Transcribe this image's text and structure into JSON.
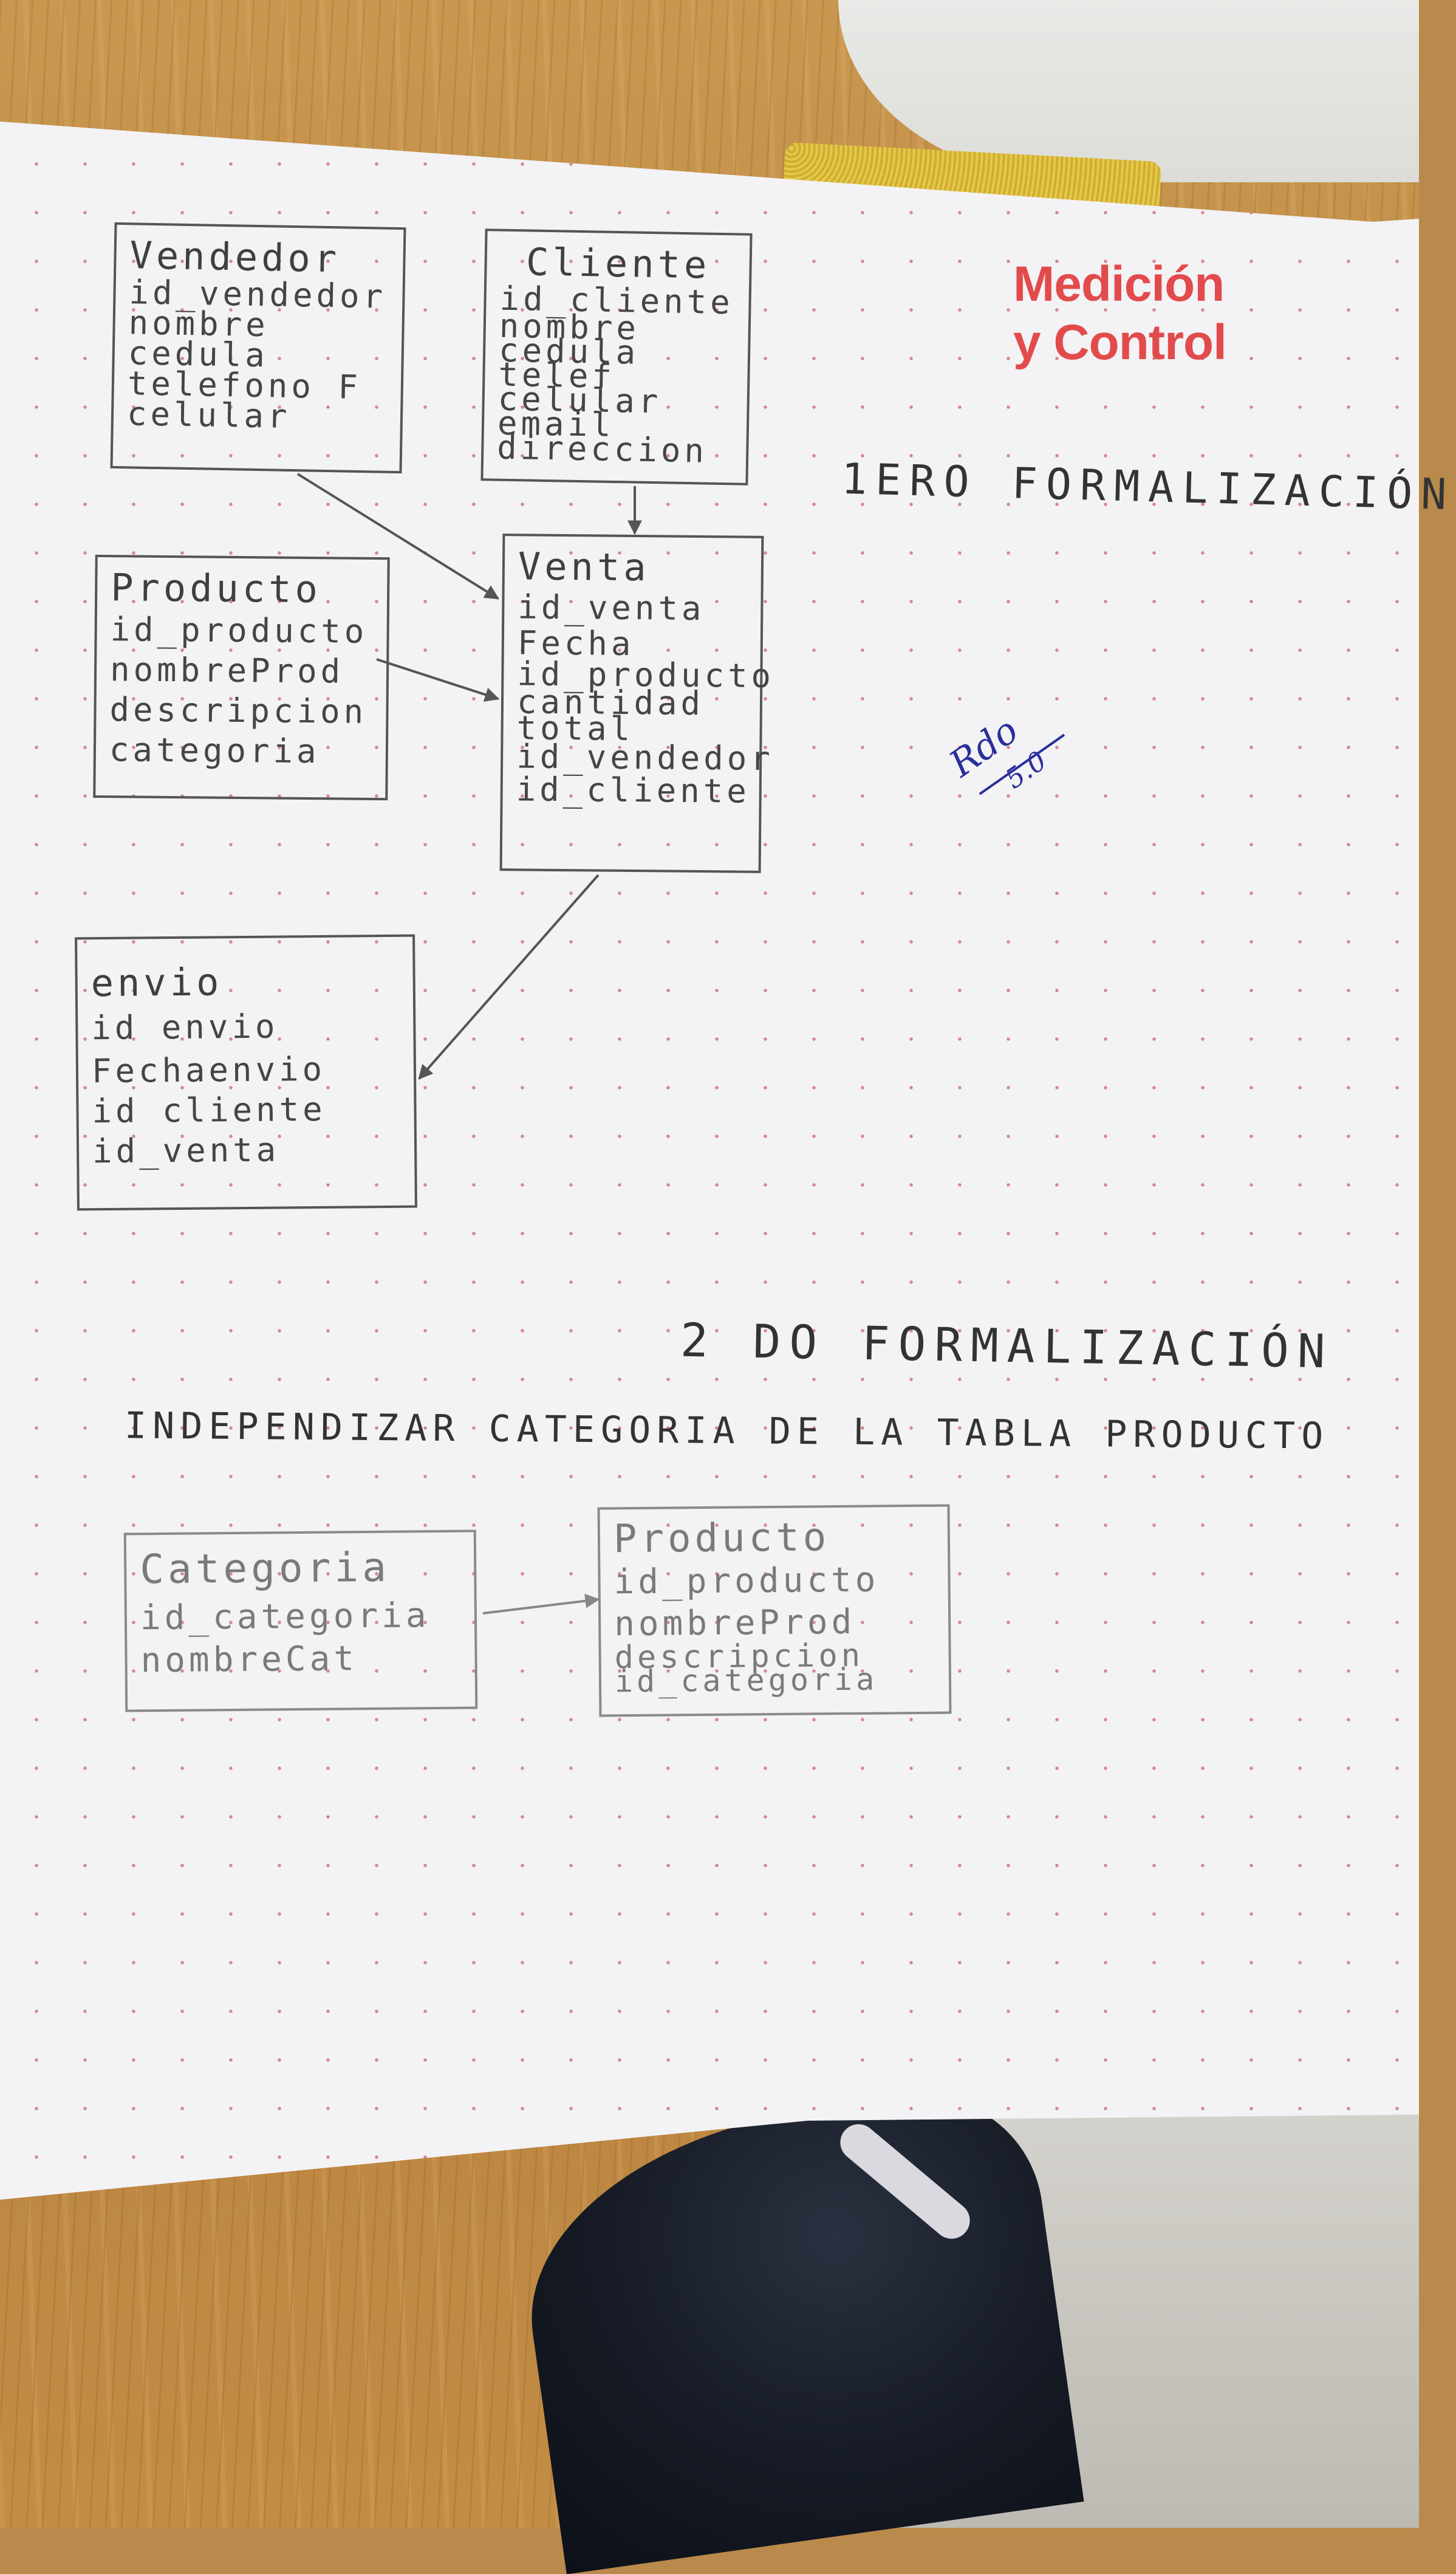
{
  "brand": {
    "line1": "Medición",
    "line2": "y Control",
    "color": "#e24b4b"
  },
  "notes": {
    "first": "1ERO FORMALIZACIÓN",
    "second": "2 DO FORMALIZACIÓN",
    "dependency": "INDEPENDIZAR CATEGORIA DE LA TABLA PRODUCTO"
  },
  "grade": {
    "numerator": "Rdo",
    "denominator": "5.0"
  },
  "entities": {
    "vendedor": {
      "title": "Vendedor",
      "fields": [
        "id_vendedor",
        "nombre",
        "cedula",
        "telefono F",
        "celular"
      ]
    },
    "cliente": {
      "title": "Cliente",
      "fields": [
        "id_cliente",
        "nombre",
        "cedula",
        "telef",
        "celular",
        "email",
        "direccion"
      ]
    },
    "producto": {
      "title": "Producto",
      "fields": [
        "id_producto",
        "nombreProd",
        "descripcion",
        "categoria"
      ]
    },
    "venta": {
      "title": "Venta",
      "fields": [
        "id_venta",
        "Fecha",
        "id_producto",
        "cantidad",
        "total",
        "id_vendedor",
        "id_cliente"
      ]
    },
    "envio": {
      "title": "envio",
      "fields": [
        "id envio",
        "Fechaenvio",
        "id cliente",
        "id_venta"
      ]
    },
    "categoria": {
      "title": "Categoria",
      "fields": [
        "id_categoria",
        "nombreCat"
      ]
    },
    "producto2": {
      "title": "Producto",
      "fields": [
        "id_producto",
        "nombreProd",
        "descripcion",
        "id_categoria"
      ]
    }
  }
}
